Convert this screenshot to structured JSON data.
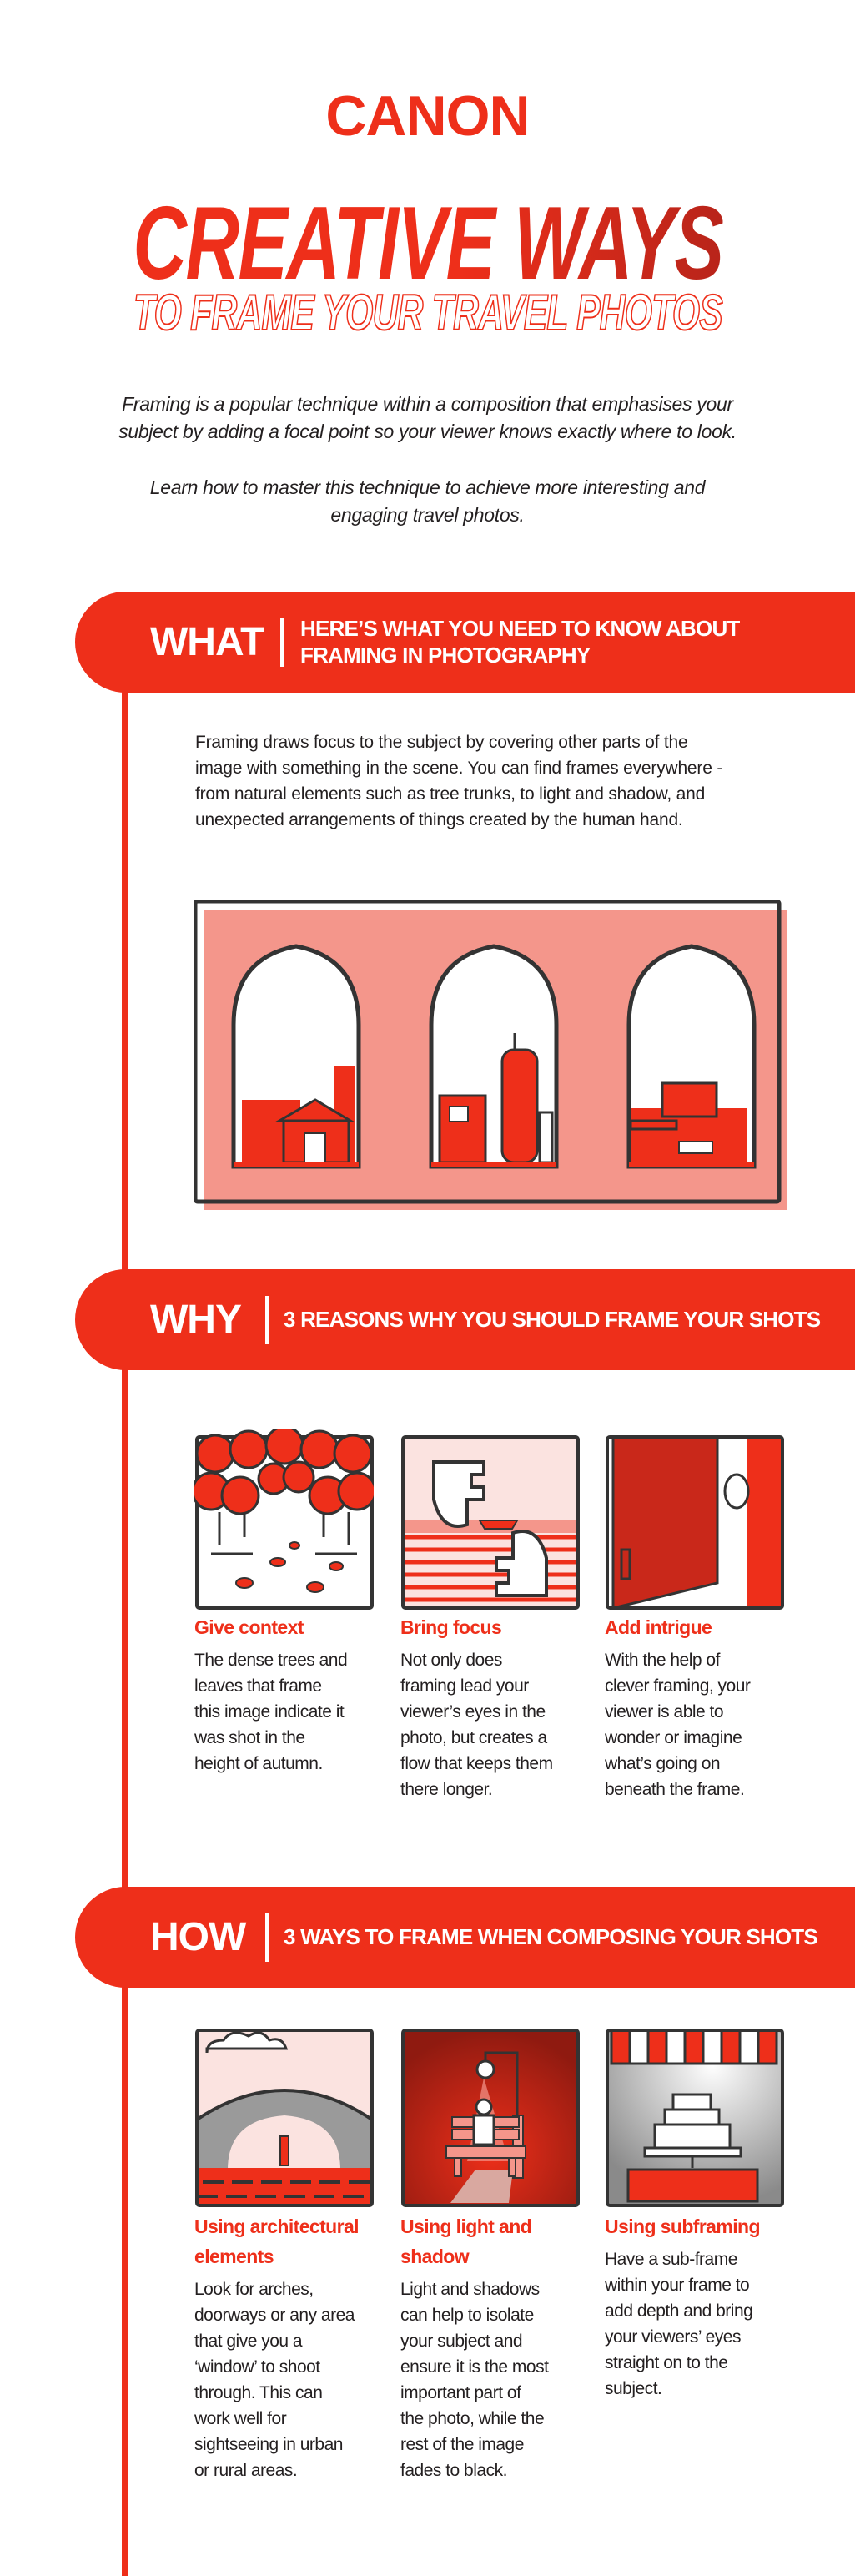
{
  "header": {
    "brand": "CANON",
    "title": "CREATIVE WAYS",
    "subtitle": "TO FRAME YOUR TRAVEL PHOTOS"
  },
  "intro": {
    "p1": "Framing is a popular technique within a composition that emphasises your\nsubject by adding a focal point so your viewer knows exactly where to look.",
    "p2": "Learn how to master this technique to achieve more interesting and\nengaging travel photos."
  },
  "colors": {
    "accent": "#ee2f1a",
    "pink": "#f4968b",
    "light_pink": "#fbe3e0",
    "ink": "#333333"
  },
  "what": {
    "label": "WHAT",
    "heading": "HERE’S WHAT YOU NEED TO KNOW ABOUT\nFRAMING IN PHOTOGRAPHY",
    "body": "Framing draws focus to the subject by covering other parts of the\nimage with something in the scene. You can find frames everywhere -\nfrom natural elements such as tree trunks, to light and shadow, and\nunexpected arrangements of things created by the human hand."
  },
  "why": {
    "label": "WHY",
    "heading": "3 REASONS WHY YOU SHOULD FRAME YOUR SHOTS",
    "cards": [
      {
        "title": "Give context",
        "body": "The dense trees and\nleaves that frame\nthis image indicate it\nwas shot in the\nheight of autumn."
      },
      {
        "title": "Bring focus",
        "body": "Not only does\nframing lead your\nviewer’s eyes in the\nphoto, but creates a\nflow that keeps them\nthere longer."
      },
      {
        "title": "Add intrigue",
        "body": "With the help of\nclever framing, your\nviewer is able to\nwonder or imagine\nwhat’s going on\nbeneath the frame."
      }
    ]
  },
  "how": {
    "label": "HOW",
    "heading": "3 WAYS TO FRAME WHEN COMPOSING YOUR SHOTS",
    "cards": [
      {
        "title": "Using architectural\nelements",
        "body": "Look for arches,\ndoorways or any area\nthat give you a\n‘window’ to shoot\nthrough. This can\nwork well for\nsightseeing in urban\nor rural areas."
      },
      {
        "title": "Using light and\nshadow",
        "body": "Light and shadows\ncan help to isolate\nyour subject and\nensure it is the most\nimportant part of\nthe photo, while the\nrest of the image\nfades to black."
      },
      {
        "title": "Using subframing",
        "body": "Have a sub-frame\nwithin your frame to\nadd depth and bring\nyour viewers’ eyes\nstraight on to the\nsubject."
      }
    ]
  }
}
